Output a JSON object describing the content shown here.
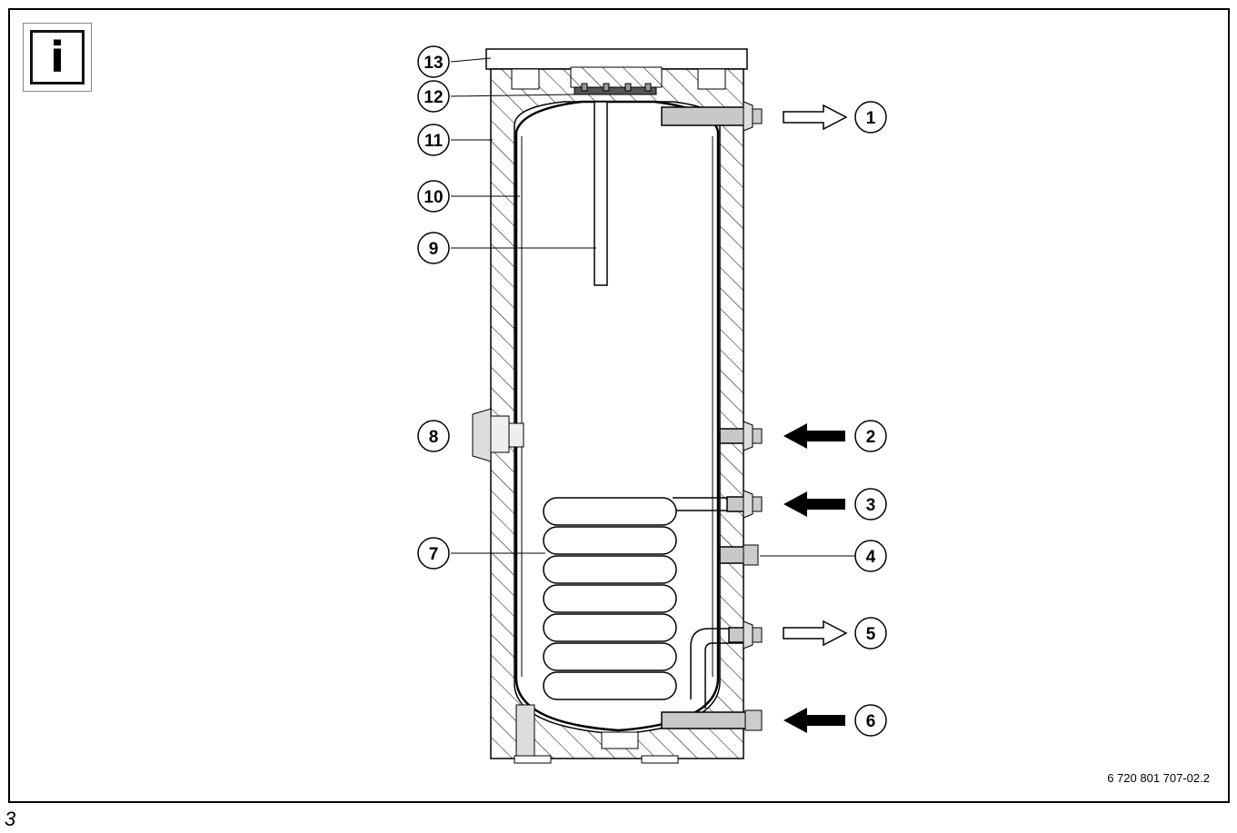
{
  "info_icon": {
    "glyph": "i",
    "name": "info-icon"
  },
  "callouts": [
    {
      "id": "1",
      "text": "1"
    },
    {
      "id": "2",
      "text": "2"
    },
    {
      "id": "3",
      "text": "3"
    },
    {
      "id": "4",
      "text": "4"
    },
    {
      "id": "5",
      "text": "5"
    },
    {
      "id": "6",
      "text": "6"
    },
    {
      "id": "7",
      "text": "7"
    },
    {
      "id": "8",
      "text": "8"
    },
    {
      "id": "9",
      "text": "9"
    },
    {
      "id": "10",
      "text": "10"
    },
    {
      "id": "11",
      "text": "11"
    },
    {
      "id": "12",
      "text": "12"
    },
    {
      "id": "13",
      "text": "13"
    }
  ],
  "arrows": [
    {
      "callout": "1",
      "style": "outline"
    },
    {
      "callout": "2",
      "style": "solid"
    },
    {
      "callout": "3",
      "style": "solid"
    },
    {
      "callout": "5",
      "style": "outline"
    },
    {
      "callout": "6",
      "style": "solid"
    }
  ],
  "doc_code": "6 720 801 707-02.2",
  "figure_number": "3",
  "colors": {
    "line": "#000000",
    "fill_gray": "#cccccc",
    "background": "#ffffff"
  }
}
